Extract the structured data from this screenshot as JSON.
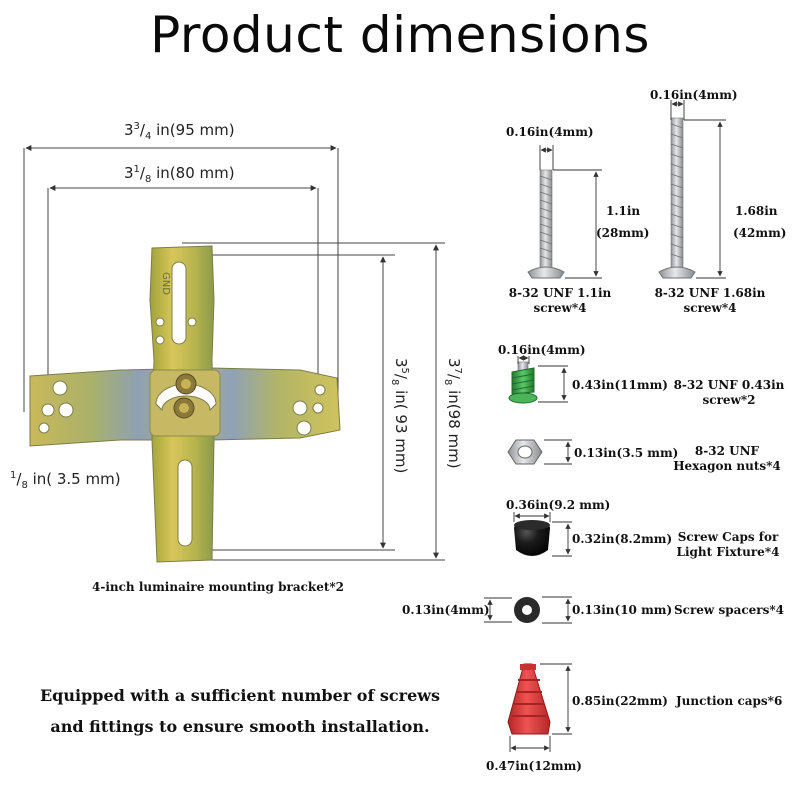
{
  "title": "Product dimensions",
  "bracket": {
    "name": "4-inch luminaire mounting bracket*2",
    "stamp": "GND",
    "dim_width_whole": "3",
    "dim_width_num": "3",
    "dim_width_den": "4",
    "dim_width_rest": " in(95 mm)",
    "dim_spacing_whole": "3",
    "dim_spacing_num": "1",
    "dim_spacing_den": "8",
    "dim_spacing_rest": " in(80 mm)",
    "dim_height_whole": "3",
    "dim_height_num": "5",
    "dim_height_den": "8",
    "dim_height_rest": " in( 93 mm)",
    "dim_total_whole": "3",
    "dim_total_num": "7",
    "dim_total_den": "8",
    "dim_total_rest": " in(98 mm)",
    "dim_hole_num": "1",
    "dim_hole_den": "8",
    "dim_hole_rest": " in( 3.5 mm)"
  },
  "screw_short": {
    "diameter": "0.16in(4mm)",
    "length_in": "1.1in",
    "length_mm": "(28mm)",
    "name_line1": "8-32 UNF 1.1in",
    "name_line2": "screw*4"
  },
  "screw_long": {
    "diameter": "0.16in(4mm)",
    "length_in": "1.68in",
    "length_mm": "(42mm)",
    "name_line1": "8-32 UNF 1.68in",
    "name_line2": "screw*4"
  },
  "screw_green": {
    "diameter": "0.16in(4mm)",
    "length": "0.43in(11mm)",
    "name_line1": "8-32 UNF 0.43in",
    "name_line2": "screw*2"
  },
  "hex_nut": {
    "size": "0.13in(3.5 mm)",
    "name_line1": "8-32 UNF",
    "name_line2": "Hexagon nuts*4"
  },
  "screw_cap": {
    "width": "0.36in(9.2 mm)",
    "height": "0.32in(8.2mm)",
    "name_line1": "Screw Caps for",
    "name_line2": "Light Fixture*4"
  },
  "spacer": {
    "inner": "0.13in(4mm)",
    "outer": "0.13in(10 mm)",
    "name": "Screw spacers*4"
  },
  "junction_cap": {
    "height": "0.85in(22mm)",
    "width": "0.47in(12mm)",
    "name": "Junction caps*6"
  },
  "note_line1": "Equipped with a sufficient number of screws",
  "note_line2": "and fittings to ensure smooth installation.",
  "colors": {
    "bracket_main": "#c9b75a",
    "bracket_tint": "#9aa7b8",
    "screw_steel": "#b9bcc0",
    "green_screw": "#3aa64a",
    "cap_black": "#141414",
    "junction_red": "#d63a3a",
    "dim_line": "#333333"
  }
}
